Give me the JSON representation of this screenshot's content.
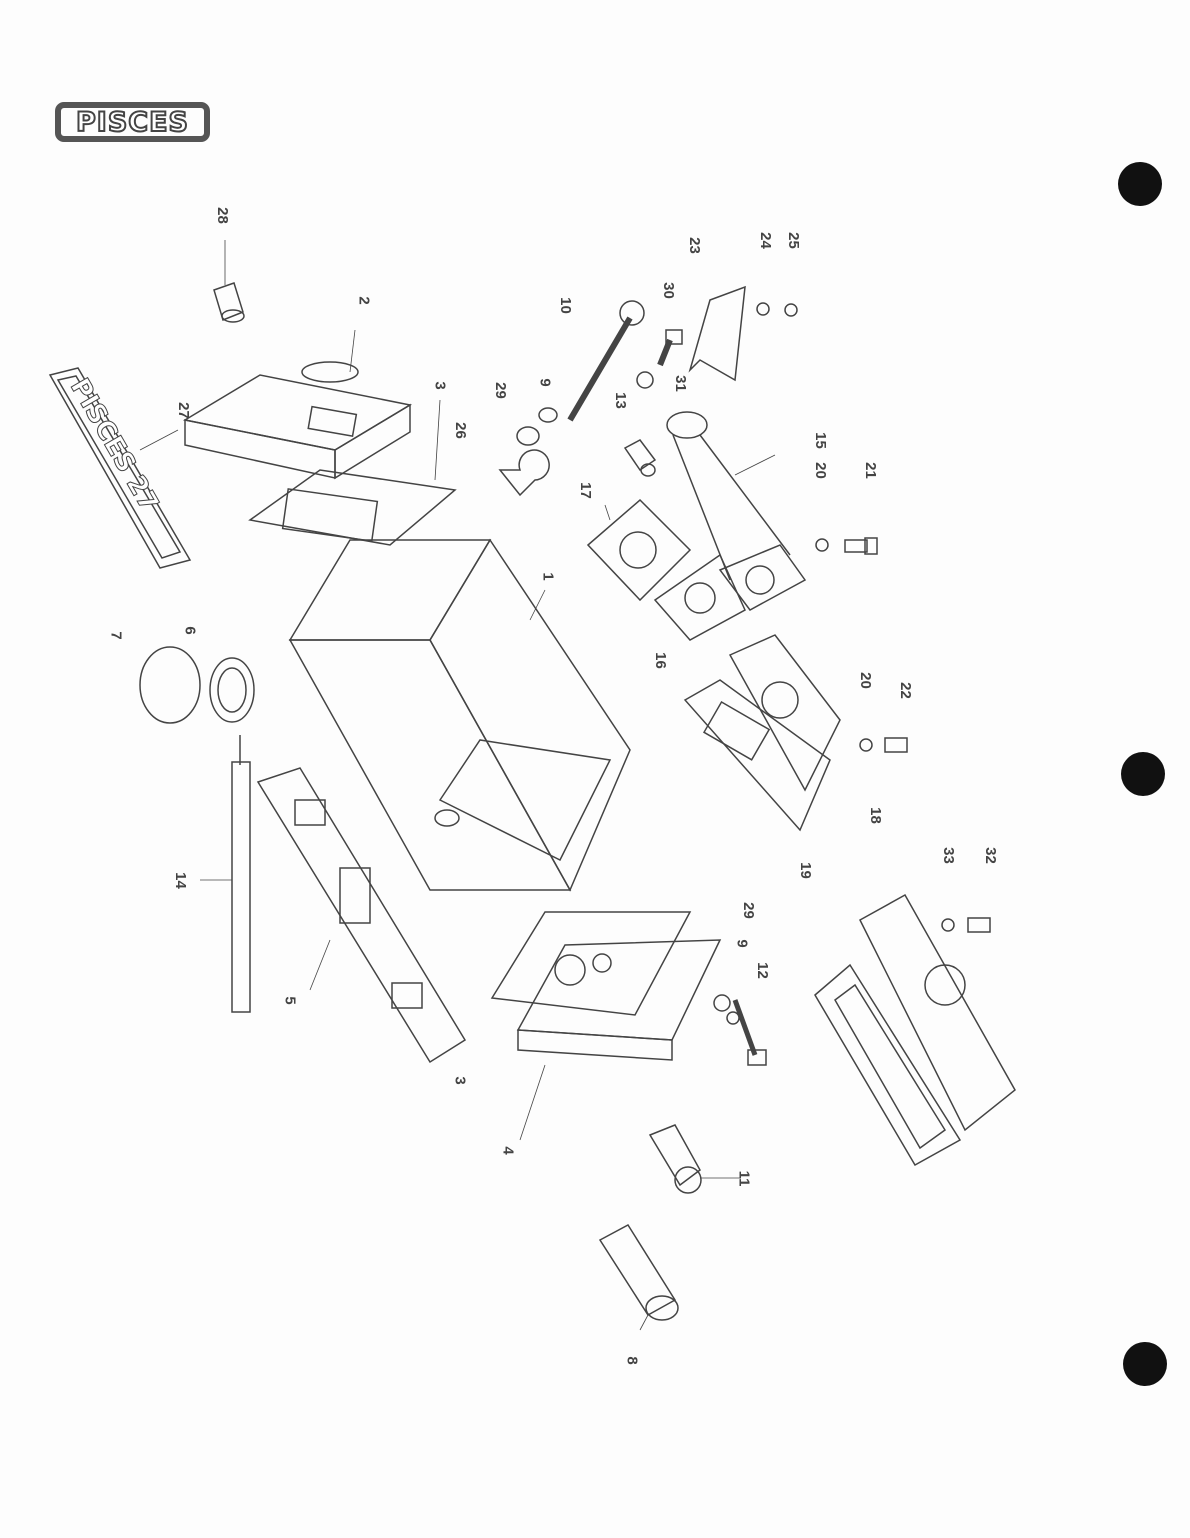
{
  "logo": {
    "text": "PISCES"
  },
  "badge": {
    "text": "PISCES 27"
  },
  "callouts": [
    {
      "id": "28",
      "label": "28"
    },
    {
      "id": "2",
      "label": "2"
    },
    {
      "id": "27",
      "label": "27"
    },
    {
      "id": "3a",
      "label": "3"
    },
    {
      "id": "1",
      "label": "1"
    },
    {
      "id": "7",
      "label": "7"
    },
    {
      "id": "6",
      "label": "6"
    },
    {
      "id": "14",
      "label": "14"
    },
    {
      "id": "5",
      "label": "5"
    },
    {
      "id": "3b",
      "label": "3"
    },
    {
      "id": "4",
      "label": "4"
    },
    {
      "id": "8",
      "label": "8"
    },
    {
      "id": "11",
      "label": "11"
    },
    {
      "id": "12",
      "label": "12"
    },
    {
      "id": "9b",
      "label": "9"
    },
    {
      "id": "29b",
      "label": "29"
    },
    {
      "id": "9a",
      "label": "9"
    },
    {
      "id": "29a",
      "label": "29"
    },
    {
      "id": "26",
      "label": "26"
    },
    {
      "id": "13",
      "label": "13"
    },
    {
      "id": "10",
      "label": "10"
    },
    {
      "id": "30",
      "label": "30"
    },
    {
      "id": "31",
      "label": "31"
    },
    {
      "id": "17",
      "label": "17"
    },
    {
      "id": "16",
      "label": "16"
    },
    {
      "id": "15",
      "label": "15"
    },
    {
      "id": "20a",
      "label": "20"
    },
    {
      "id": "21",
      "label": "21"
    },
    {
      "id": "20b",
      "label": "20"
    },
    {
      "id": "22",
      "label": "22"
    },
    {
      "id": "23",
      "label": "23"
    },
    {
      "id": "24",
      "label": "24"
    },
    {
      "id": "25",
      "label": "25"
    },
    {
      "id": "18",
      "label": "18"
    },
    {
      "id": "19",
      "label": "19"
    },
    {
      "id": "33",
      "label": "33"
    },
    {
      "id": "32",
      "label": "32"
    }
  ]
}
